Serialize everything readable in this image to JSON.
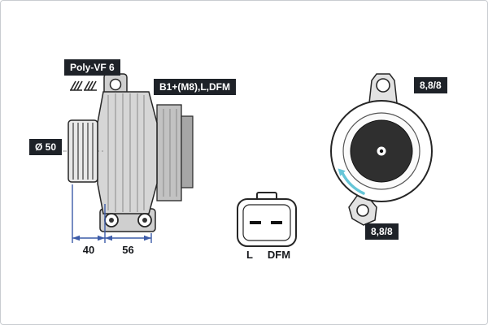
{
  "labels": {
    "belt_type": "Poly-VF 6",
    "pulley_diameter": "Ø 50",
    "terminals": "B1+(M8),L,DFM",
    "bolt_spec_top": "8,8/8",
    "bolt_spec_bottom": "8,8/8"
  },
  "dimensions": {
    "dim_a": "40",
    "dim_b": "56"
  },
  "connector": {
    "pin_left_label": "L",
    "pin_right_label": "DFM"
  },
  "colors": {
    "label_bg": "#1e2228",
    "label_text": "#ffffff",
    "dimension_line": "#3c5ba8",
    "rotation_arrow": "#66c6d8",
    "line_art": "#262626"
  }
}
